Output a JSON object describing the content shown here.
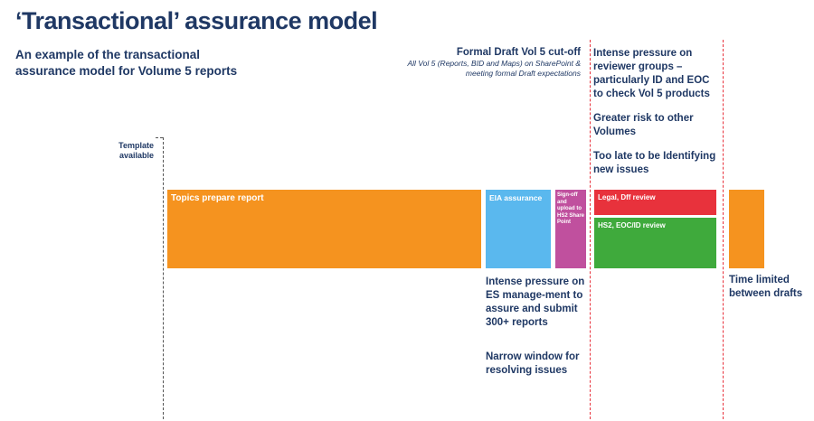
{
  "title": "‘Transactional’ assurance model",
  "subtitle": "An example of the transactional assurance model for Volume 5 reports",
  "cutoff": {
    "heading": "Formal Draft Vol 5 cut-off",
    "detail": "All Vol 5 (Reports, BID and Maps) on SharePoint & meeting formal Draft expectations"
  },
  "template_label": "Template available",
  "bars": {
    "topics": "Topics prepare report",
    "eia": "EIA assurance",
    "signoff": "Sign-off and upload to HS2 Share Point",
    "legal": "Legal, Dff review",
    "hs2": "HS2, EOC/ID review",
    "time": ""
  },
  "notes": {
    "reviewer_pressure": "Intense pressure on reviewer groups – particularly ID and EOC to check Vol 5 products",
    "greater_risk": "Greater risk to other Volumes",
    "too_late": "Too late to be Identifying new issues",
    "es_pressure": "Intense pressure on ES manage-ment to assure and submit 300+ reports",
    "narrow_window": "Narrow window for resolving issues",
    "time_limited": "Time limited between drafts"
  },
  "colors": {
    "navy": "#1f3864",
    "orange": "#f5931f",
    "blue": "#5ab8ee",
    "magenta": "#c0509e",
    "red": "#e8323c",
    "green": "#3faa3c"
  }
}
